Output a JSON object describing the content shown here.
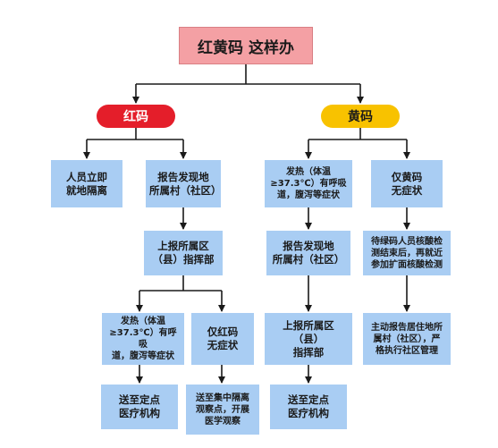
{
  "title": "红黄码 这样办",
  "red_label": "红码",
  "yellow_label": "黄码",
  "colors": {
    "box": "#a9cdf3",
    "title": "#f4a0a4",
    "red": "#e41e2a",
    "yellow": "#f8c200",
    "line": "#1a1a1a"
  },
  "red": {
    "isolate": "人员立即\n就地隔离",
    "report_village": "报告发现地\n所属村（社区）",
    "report_district": "上报所属区\n（县）指挥部",
    "fever": "发热（体温\n≥37.3℃）有呼吸\n道，腹泻等症状",
    "no_symptom": "仅红码\n无症状",
    "to_hospital": "送至定点\n医疗机构",
    "central_isolation": "送至集中隔离\n观察点，开展\n医学观察"
  },
  "yellow": {
    "fever": "发热（体温\n≥37.3℃）有呼吸\n道，腹泻等症状",
    "no_symptom": "仅黄码\n无症状",
    "report_village": "报告发现地\n所属村（社区）",
    "nucleic_test": "待绿码人员核酸检\n测结束后，再就近\n参加扩面核酸检测",
    "report_district": "上报所属区（县）\n指挥部",
    "report_residence": "主动报告居住地所\n属村（社区），严\n格执行社区管理",
    "to_hospital": "送至定点\n医疗机构"
  }
}
